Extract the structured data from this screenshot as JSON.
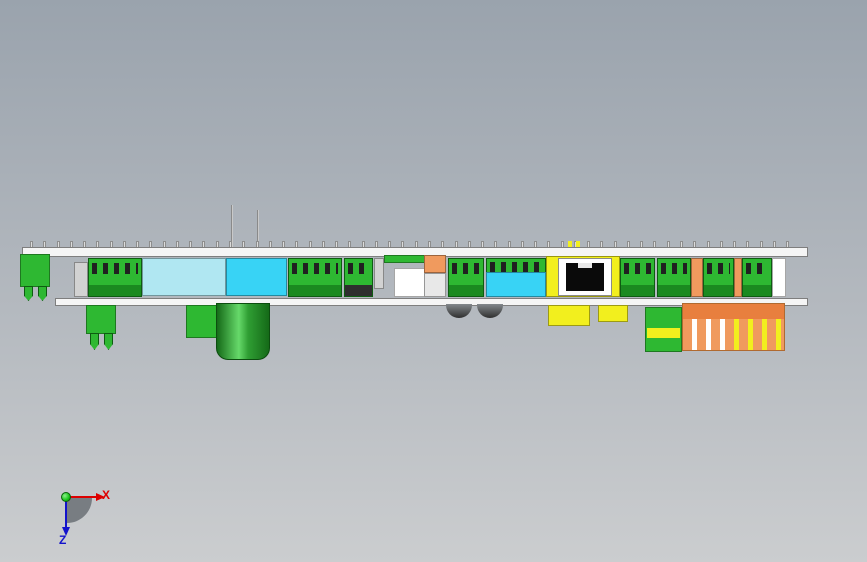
{
  "axis_triad": {
    "x_label": "X",
    "z_label": "Z"
  },
  "board": {
    "pin_count": 58,
    "antenna_count": 2
  },
  "colors": {
    "bg_top": "#9aa3ad",
    "bg_bottom": "#cbcdcf",
    "board_face": "#f5f5f5",
    "board_edge": "#7e7e7e",
    "pin": "#dcdcdc",
    "green": "#2eb832",
    "green_dark": "#1b8a20",
    "green_deep": "#0e5c12",
    "hole_dark": "#202020",
    "cyan_light": "#b0e7f2",
    "cyan": "#38d3f5",
    "yellow": "#f2ef1e",
    "orange": "#f09a5e",
    "orange_deep": "#e87f3e",
    "white": "#ffffff",
    "gray_light": "#d2d2d2",
    "dark": "#2e2e2e",
    "dome": "#4a4f53",
    "axis_x": "#dd0000",
    "axis_z": "#1212cc",
    "axis_origin": "#18c418",
    "wedge": "#6f747a"
  }
}
